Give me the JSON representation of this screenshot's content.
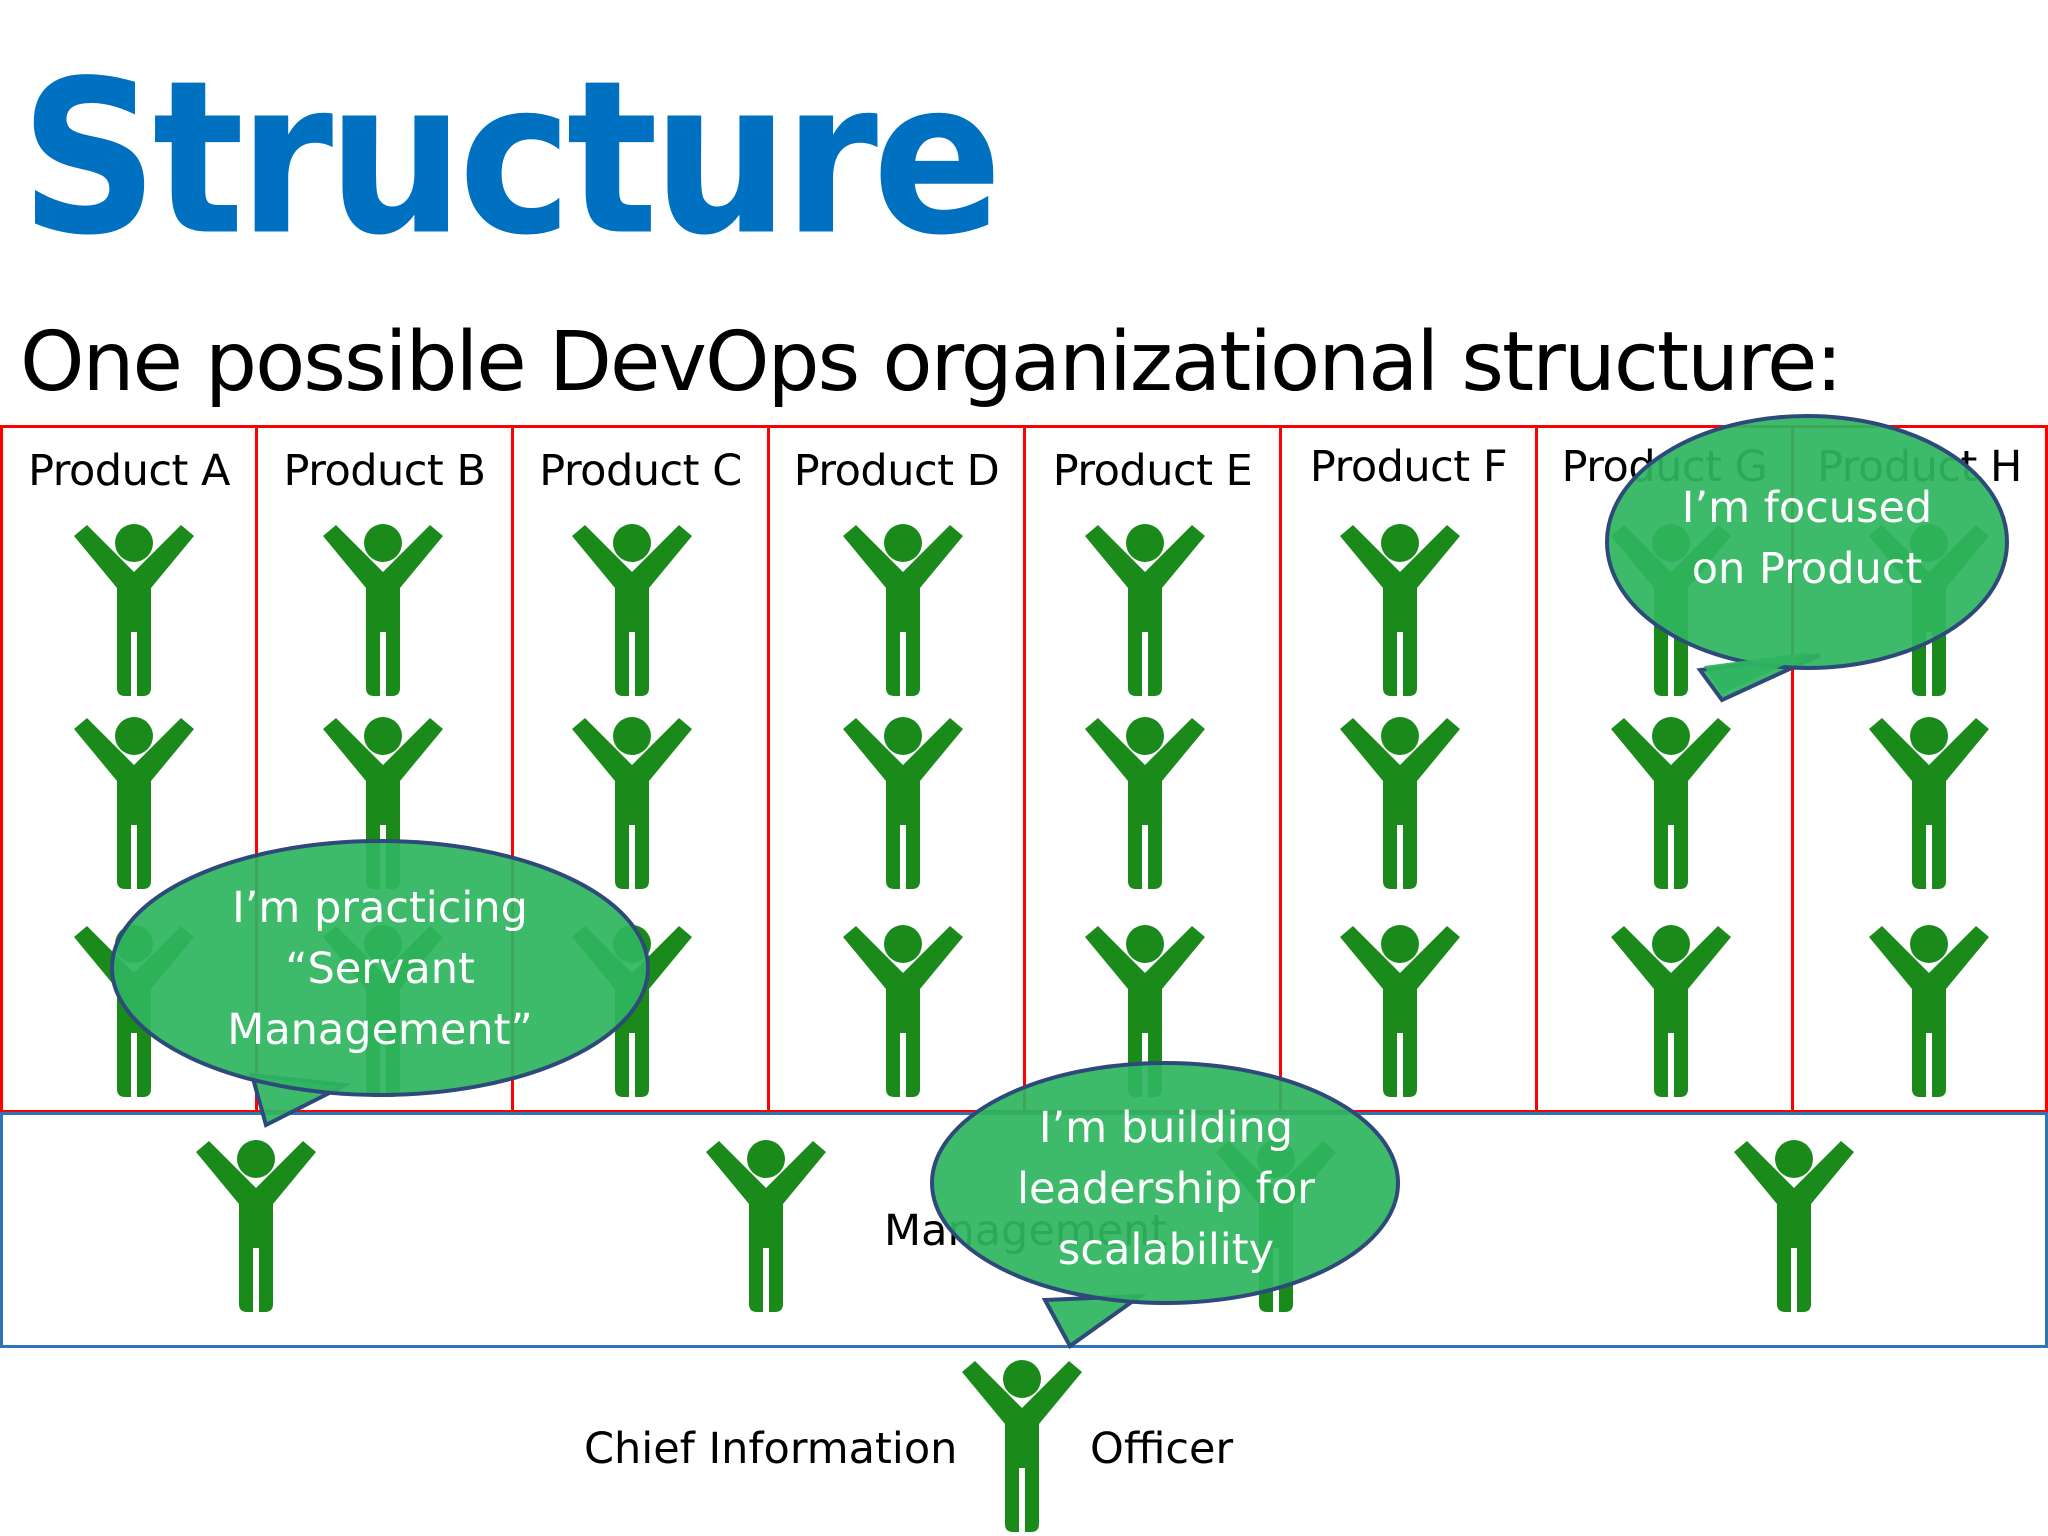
{
  "title": "Structure",
  "subtitle": "One possible DevOps organizational structure:",
  "products": [
    {
      "label": "Product A"
    },
    {
      "label": "Product B"
    },
    {
      "label": "Product C"
    },
    {
      "label": "Product D"
    },
    {
      "label": "Product E"
    },
    {
      "label": "Product F"
    },
    {
      "label": "Product G"
    },
    {
      "label": "Product H"
    }
  ],
  "management": {
    "label": "Management"
  },
  "cio": {
    "label_left": "Chief Information",
    "label_right": "Officer"
  },
  "bubbles": {
    "focused": {
      "lines": [
        "I’m focused",
        "on Product"
      ]
    },
    "servant": {
      "lines": [
        "I’m practicing",
        "“Servant",
        "Management”"
      ]
    },
    "leadership": {
      "lines": [
        "I’m building",
        "leadership for",
        "scalability"
      ]
    }
  },
  "colors": {
    "title": "#0070c0",
    "person": "#1a8a1a",
    "product_border": "#ff0000",
    "management_border": "#2e75b6",
    "bubble_fill": "#2fb560",
    "bubble_stroke": "#2e4a7a"
  },
  "icons": {
    "person": "person-arms-raised-icon"
  }
}
